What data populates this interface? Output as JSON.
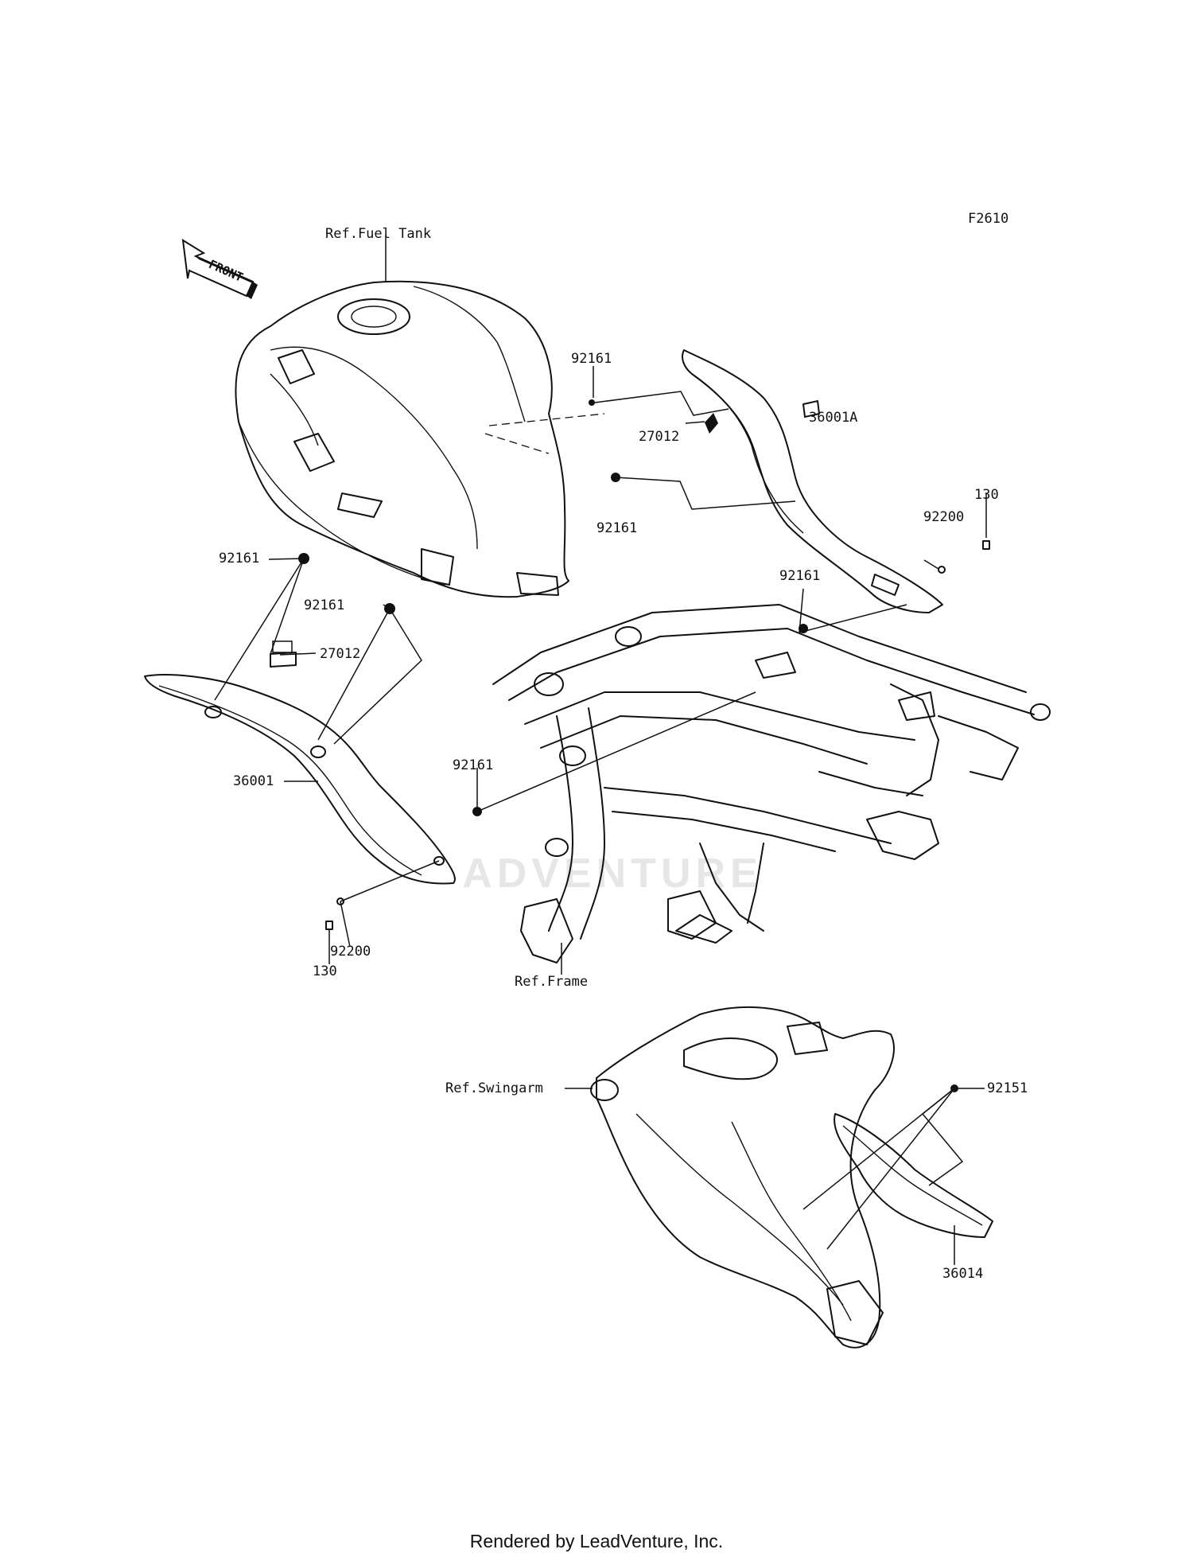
{
  "figure_code": "F2610",
  "front_arrow_label": "FRONT",
  "watermark_text": "ADVENTURE",
  "references": {
    "fuel_tank": "Ref.Fuel Tank",
    "frame": "Ref.Frame",
    "swingarm": "Ref.Swingarm"
  },
  "callouts": {
    "c92161_top": "92161",
    "c36001A": "36001A",
    "c27012_right": "27012",
    "c92161_mid": "92161",
    "c130_right": "130",
    "c92200_right": "92200",
    "c92161_left_upper": "92161",
    "c92161_left_lower": "92161",
    "c92161_frame_right": "92161",
    "c27012_left": "27012",
    "c36001": "36001",
    "c92161_frame_left": "92161",
    "c92200_left": "92200",
    "c130_left": "130",
    "c92151": "92151",
    "c36014": "36014"
  },
  "footer": "Rendered by LeadVenture, Inc."
}
